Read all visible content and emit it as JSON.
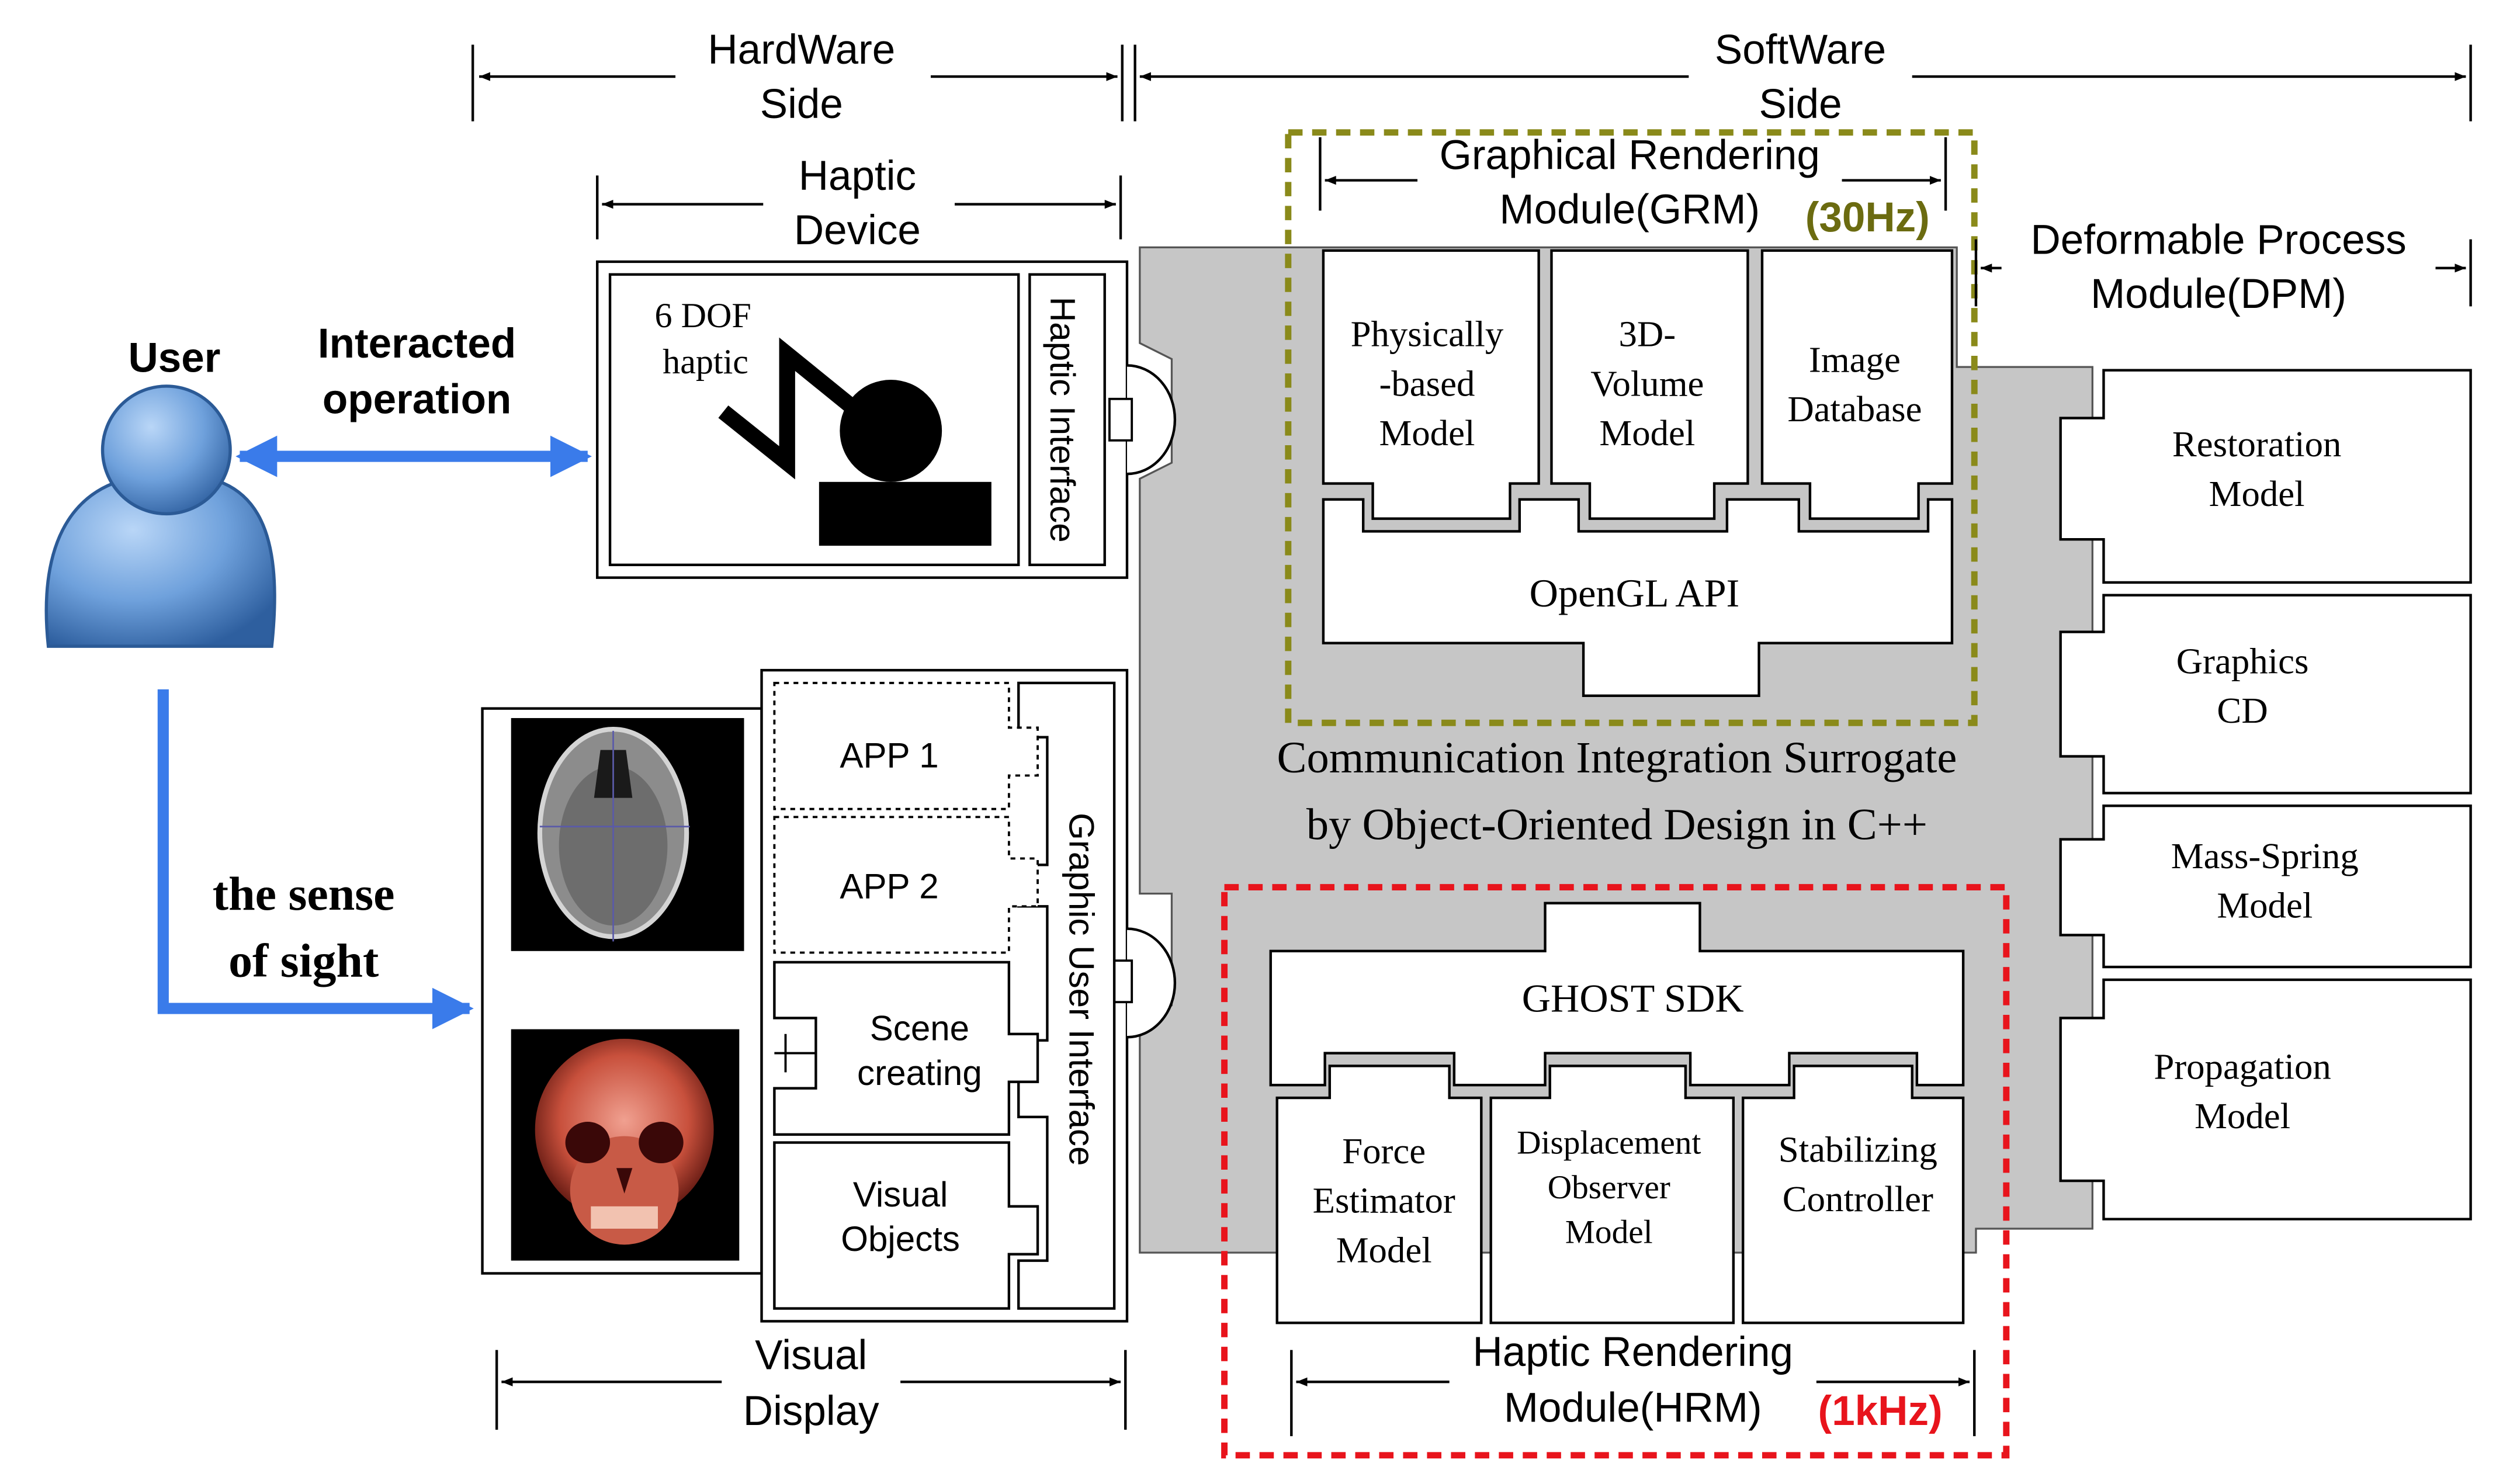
{
  "header": {
    "hardware_line1": "HardWare",
    "hardware_line2": "Side",
    "software_line1": "SoftWare",
    "software_line2": "Side"
  },
  "haptic_device": {
    "label_line1": "Haptic",
    "label_line2": "Device",
    "dof_line1": "6 DOF",
    "dof_line2": "haptic",
    "interface": "Haptic Interface"
  },
  "user": {
    "label": "User",
    "interaction_line1": "Interacted",
    "interaction_line2": "operation",
    "sight_line1": "the sense",
    "sight_line2": "of sight"
  },
  "grm": {
    "title_line1": "Graphical Rendering",
    "title_line2": "Module(GRM)",
    "freq": "(30Hz)",
    "boxes": [
      {
        "line1": "Physically",
        "line2": "-based",
        "line3": "Model"
      },
      {
        "line1": "3D-",
        "line2": "Volume",
        "line3": "Model"
      },
      {
        "line1": "Image",
        "line2": "Database"
      }
    ],
    "api": "OpenGL API"
  },
  "dpm": {
    "title_line1": "Deformable Process",
    "title_line2": "Module(DPM)",
    "boxes": [
      {
        "line1": "Restoration",
        "line2": "Model"
      },
      {
        "line1": "Graphics",
        "line2": "CD"
      },
      {
        "line1": "Mass-Spring",
        "line2": "Model"
      },
      {
        "line1": "Propagation",
        "line2": "Model"
      }
    ]
  },
  "surrogate": {
    "line1": "Communication Integration Surrogate",
    "line2": "by Object-Oriented Design in C++"
  },
  "visual_display": {
    "label_line1": "Visual",
    "label_line2": "Display",
    "app1": "APP 1",
    "app2": "APP 2",
    "scene_line1": "Scene",
    "scene_line2": "creating",
    "visual_line1": "Visual",
    "visual_line2": "Objects",
    "gui": "Graphic User Interface"
  },
  "hrm": {
    "title_line1": "Haptic Rendering",
    "title_line2": "Module(HRM)",
    "freq": "(1kHz)",
    "sdk": "GHOST SDK",
    "boxes": [
      {
        "line1": "Force",
        "line2": "Estimator",
        "line3": "Model"
      },
      {
        "line1": "Displacement",
        "line2": "Observer",
        "line3": "Model"
      },
      {
        "line1": "Stabilizing",
        "line2": "Controller"
      }
    ]
  },
  "colors": {
    "arrow_blue": "#3a7bea",
    "user_blue": "#5b8fd4",
    "grm_olive": "#8a8a1a",
    "grm_freq": "#6b6b10",
    "hrm_red": "#e8141c",
    "surrogate_gray": "#c6c6c6"
  }
}
